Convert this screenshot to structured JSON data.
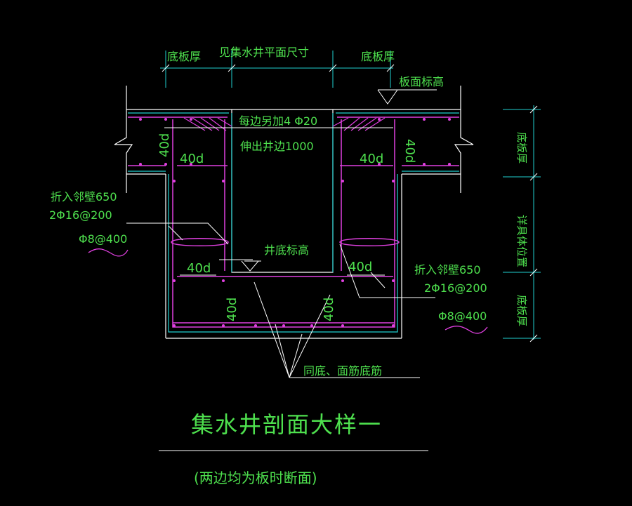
{
  "colors": {
    "background": "#000000",
    "concrete_outline": "#ffffff",
    "reinforcement": "#e040e0",
    "cyan_outline": "#20d0d0",
    "text": "#4ee04e",
    "dimension": "#20d0d0"
  },
  "labels": {
    "bottom_slab_thk_left": "底板厚",
    "see_pit_plan_dims": "见集水井平面尺寸",
    "bottom_slab_thk_right": "底板厚",
    "slab_top_elevation": "板面标高",
    "add_each_side": "每边另加4 Φ20",
    "extend_beyond_pit_edge": "伸出井边1000",
    "anchor_40d_top_left": "40d",
    "anchor_40d_top_left_vert": "40d",
    "anchor_40d_top_right": "40d",
    "anchor_40d_top_right_vert": "40d",
    "bend_into_wall_left": "折入邻壁650",
    "bars_left": "2Φ16@200",
    "stirrup_left": "Φ8@400",
    "pit_bottom_elevation": "井底标高",
    "anchor_40d_mid_left": "40d",
    "anchor_40d_mid_right": "40d",
    "bend_into_wall_right": "折入邻壁650",
    "bars_right": "2Φ16@200",
    "stirrup_right": "Φ8@400",
    "anchor_40d_bottom_left": "40d",
    "anchor_40d_bottom_right": "40d",
    "same_as_slab_bars": "同底、面筋底筋",
    "dim_right_top": "底板厚",
    "dim_right_mid": "详具体位置",
    "dim_right_bottom": "底板厚"
  },
  "title": {
    "main": "集水井剖面大样一",
    "sub": "(两边均为板时断面)"
  }
}
